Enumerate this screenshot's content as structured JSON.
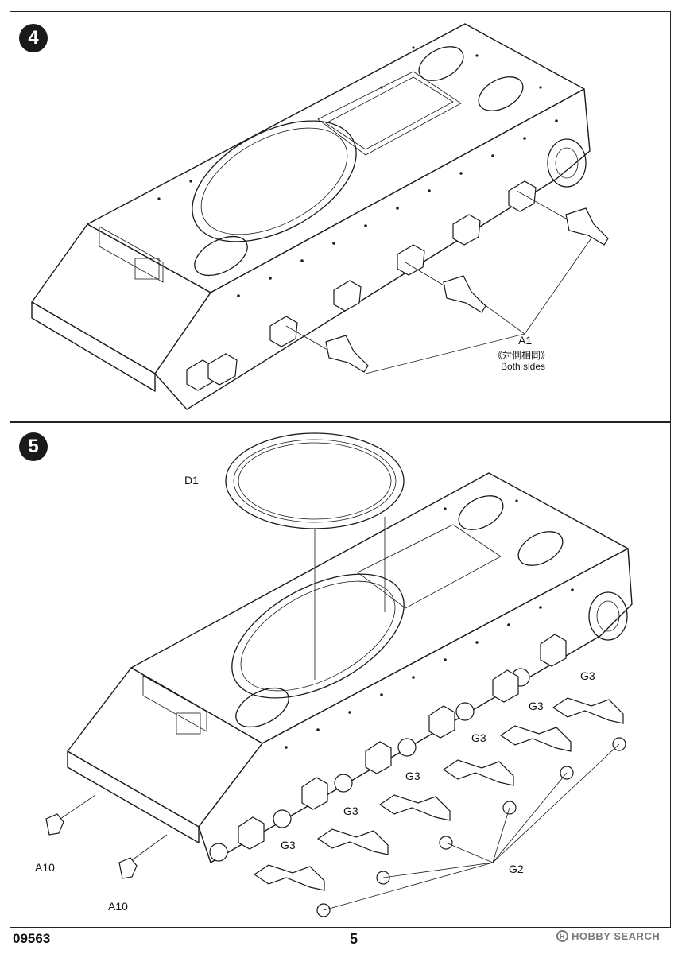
{
  "steps": [
    {
      "number": "4",
      "callouts": [
        {
          "part": "A1",
          "note": "《対側相同》",
          "note2": "Both sides"
        }
      ]
    },
    {
      "number": "5",
      "callouts": [
        {
          "part": "D1"
        },
        {
          "part": "G3"
        },
        {
          "part": "G2"
        },
        {
          "part": "A10"
        }
      ]
    }
  ],
  "footer": {
    "code": "09563",
    "page": "5",
    "brand": "HOBBY SEARCH"
  }
}
